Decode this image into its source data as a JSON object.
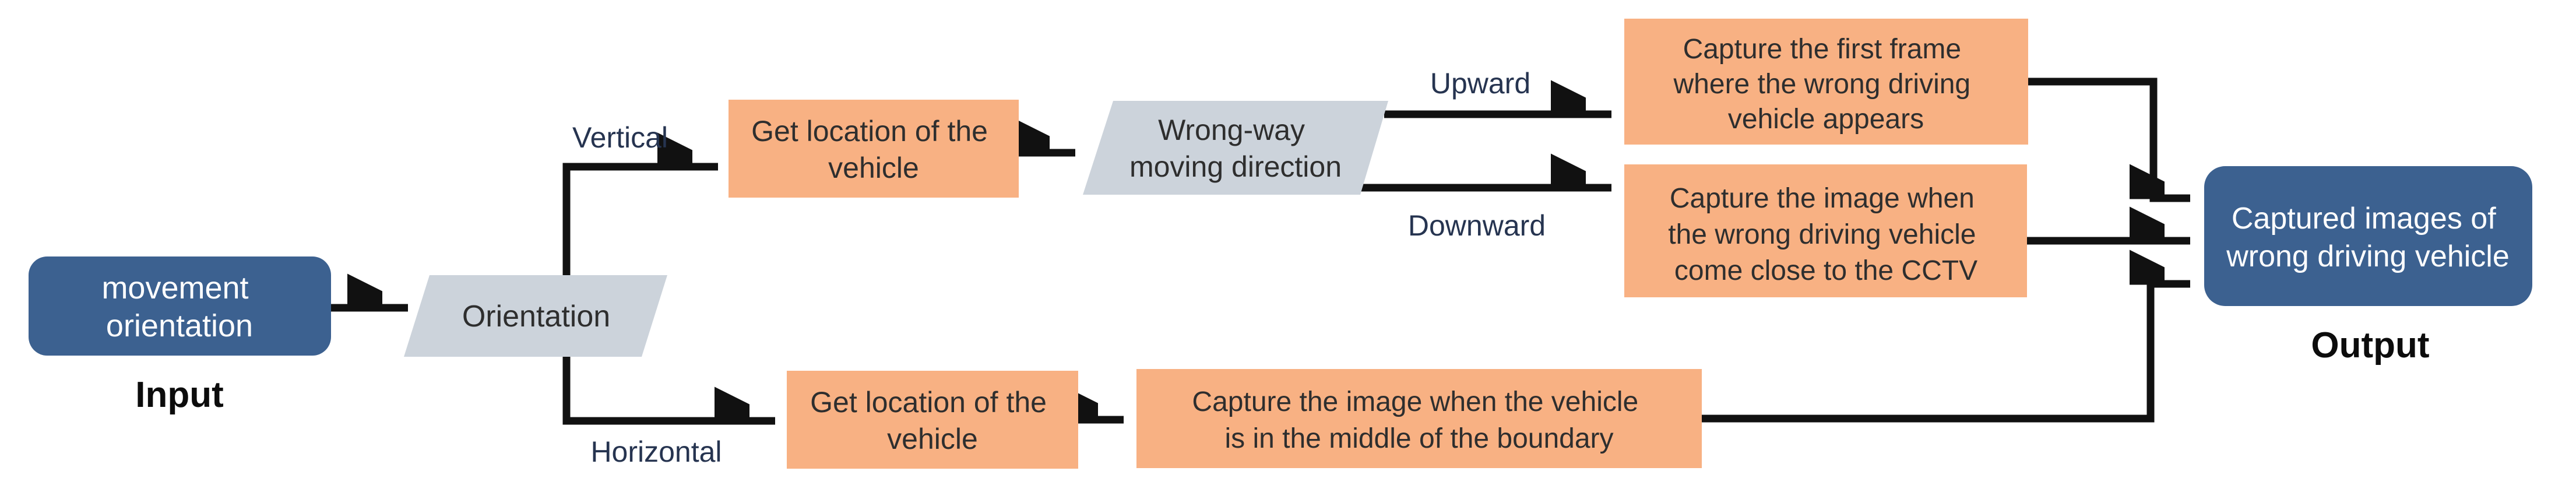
{
  "diagram": {
    "title_implied": "Wrong-way driving vehicle capture flow",
    "colors": {
      "node_blue": "#3C6190",
      "node_orange": "#F8B183",
      "node_gray": "#CCD3DB",
      "arrow_black": "#111111",
      "branch_label_color": "#263450",
      "node_text_dark": "#2E2E2E",
      "node_text_light": "#FFFFFF",
      "background": "#FFFFFF"
    },
    "input_node": {
      "lines": [
        "movement",
        "orientation"
      ],
      "caption": "Input"
    },
    "orientation_node": {
      "label": "Orientation"
    },
    "branch_labels": {
      "vertical": "Vertical",
      "horizontal": "Horizontal",
      "upward": "Upward",
      "downward": "Downward"
    },
    "get_location_top": {
      "lines": [
        "Get location of the",
        "vehicle"
      ]
    },
    "wrong_way_node": {
      "lines": [
        "Wrong-way",
        "moving direction"
      ]
    },
    "capture_first_frame": {
      "lines": [
        "Capture the first frame",
        "where the wrong driving",
        "vehicle appears"
      ]
    },
    "capture_cctv": {
      "lines": [
        "Capture the image when",
        "the wrong driving vehicle",
        "come close to the CCTV"
      ]
    },
    "get_location_bottom": {
      "lines": [
        "Get location of the",
        "vehicle"
      ]
    },
    "capture_boundary": {
      "lines": [
        "Capture the image when the vehicle",
        "is in the middle of the boundary"
      ]
    },
    "output_node": {
      "lines": [
        "Captured images of",
        "wrong driving vehicle"
      ],
      "caption": "Output"
    }
  }
}
